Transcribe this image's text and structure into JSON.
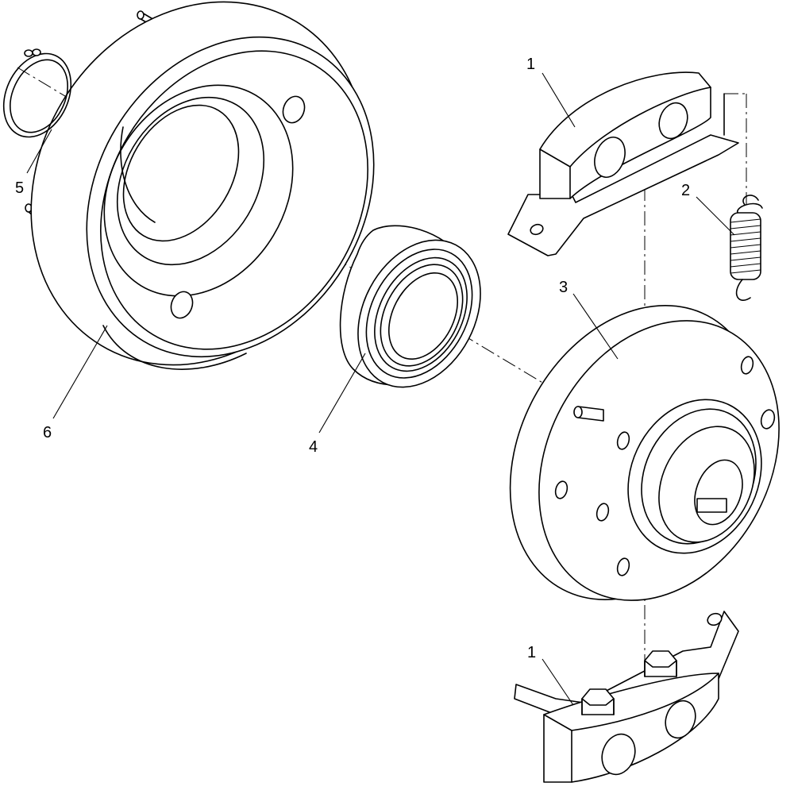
{
  "callouts": [
    {
      "id": "brake-shoe-top",
      "label": "1"
    },
    {
      "id": "spring",
      "label": "2"
    },
    {
      "id": "hub",
      "label": "3"
    },
    {
      "id": "bearing",
      "label": "4"
    },
    {
      "id": "snap-ring",
      "label": "5"
    },
    {
      "id": "drum",
      "label": "6"
    },
    {
      "id": "brake-shoe-bottom",
      "label": "1"
    }
  ]
}
